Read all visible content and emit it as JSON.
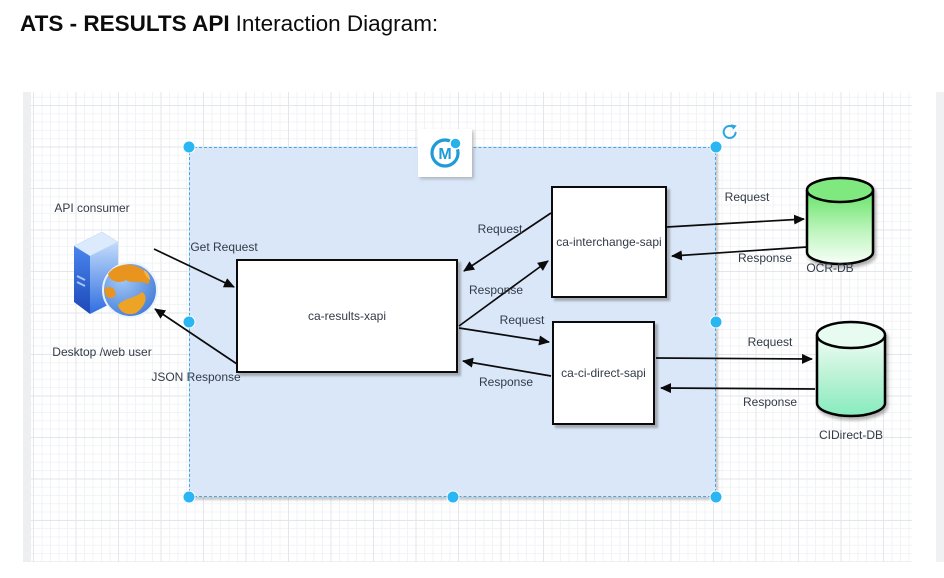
{
  "title": {
    "bold": "ATS - RESULTS API",
    "rest": "Interaction Diagram:"
  },
  "colors": {
    "selection_fill": "#d9e7f9",
    "selection_border": "#45a7e8",
    "handle_blue": "#29b6f2",
    "mule_blue": "#1f9bd7",
    "arrow_black": "#0b0b0b",
    "db_green_top": "#64e364",
    "db_green_bottom": "#86ecbe",
    "server_blue": "#2f6ee0"
  },
  "icons": {
    "logo": "mulesoft-logo",
    "rotate": "rotate-icon",
    "consumer": "web-server-globe-icon"
  },
  "nodes": {
    "consumer": {
      "label_top": "API consumer",
      "label_bottom": "Desktop /web user"
    },
    "xapi": {
      "label": "ca-results-xapi"
    },
    "interchange": {
      "label": "ca-interchange-sapi"
    },
    "cidirect": {
      "label": "ca-ci-direct-sapi"
    },
    "ocr_db": {
      "label": "OCR-DB"
    },
    "cidirect_db": {
      "label": "CIDirect-DB"
    }
  },
  "edges": [
    {
      "id": "consumer-to-xapi",
      "label": "Get Request"
    },
    {
      "id": "xapi-to-consumer",
      "label": "JSON Response"
    },
    {
      "id": "interchange-to-xapi",
      "label": "Request"
    },
    {
      "id": "xapi-to-interchange",
      "label": "Response"
    },
    {
      "id": "xapi-to-cidirect",
      "label": "Request"
    },
    {
      "id": "cidirect-to-xapi",
      "label": "Response"
    },
    {
      "id": "interchange-to-ocrdb",
      "label": "Request"
    },
    {
      "id": "ocrdb-to-interchange",
      "label": "Response"
    },
    {
      "id": "cidirect-to-cidb",
      "label": "Request"
    },
    {
      "id": "cidb-to-cidirect",
      "label": "Response"
    }
  ]
}
